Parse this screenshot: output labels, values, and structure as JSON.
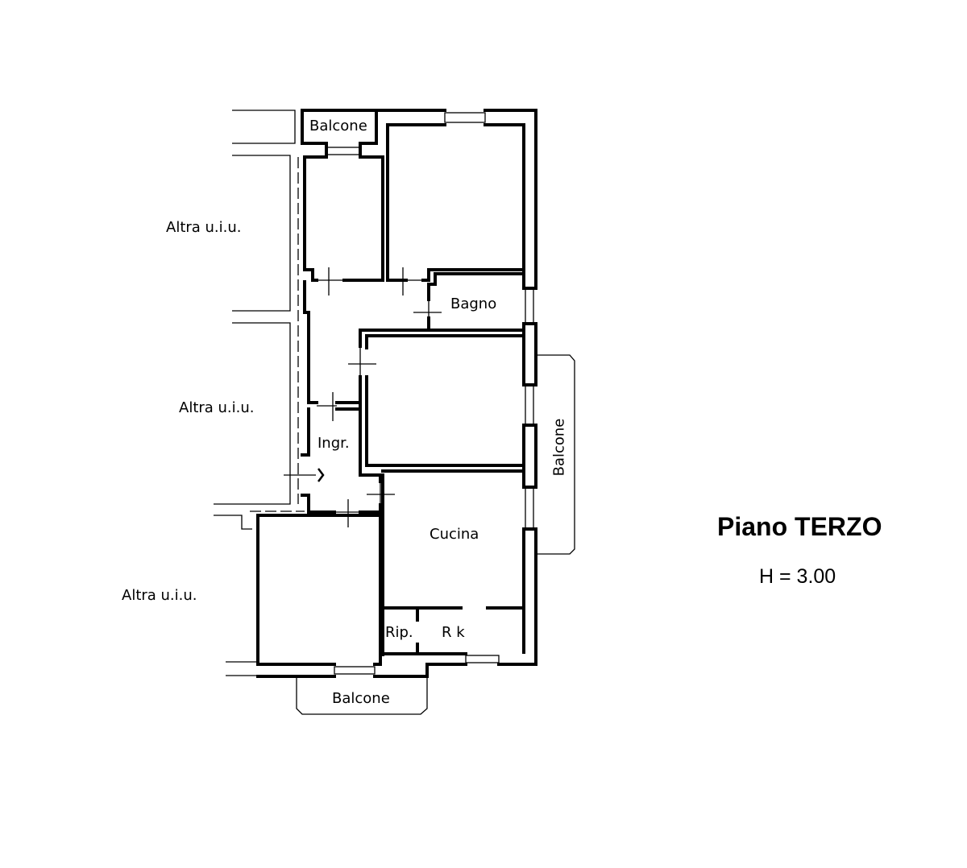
{
  "title": "Piano TERZO",
  "height_label": "H = 3.00",
  "rooms": {
    "balcone_top": "Balcone",
    "bagno": "Bagno",
    "ingresso": "Ingr.",
    "cucina": "Cucina",
    "ripostiglio": "Rip.",
    "rk": "R k",
    "balcone_right": "Balcone",
    "balcone_bottom": "Balcone"
  },
  "neighbors": [
    "Altra u.i.u.",
    "Altra u.i.u.",
    "Altra u.i.u."
  ]
}
